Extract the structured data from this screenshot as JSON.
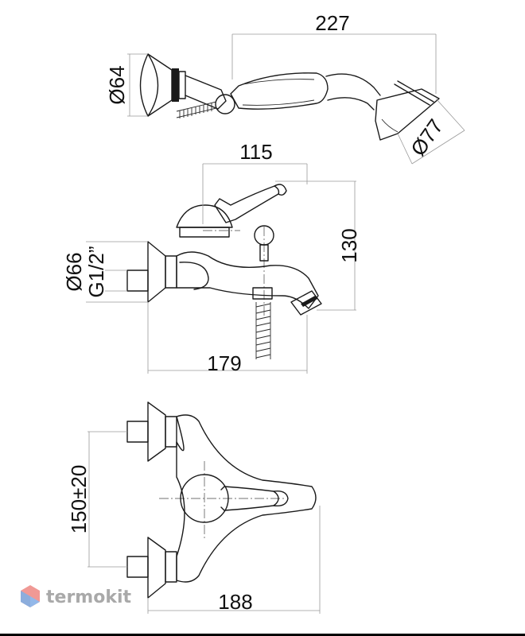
{
  "dimensions": {
    "handle_length": "227",
    "hose_holder_diameter": "Ø64",
    "shower_head_diameter": "Ø77",
    "lever_offset": "115",
    "height": "130",
    "wall_flange_diameter": "Ø66",
    "connection_thread": "G1/2”",
    "spout_projection": "179",
    "inlet_spacing": "150±20",
    "overall_depth": "188"
  },
  "watermark": {
    "brand": "termokit"
  },
  "colors": {
    "line": "#1a1a1a",
    "dimension_line": "#9a9a9a",
    "watermark_gray": "#a9a9a9",
    "logo_red": "#e4473f",
    "logo_blue": "#3b7fd8"
  }
}
